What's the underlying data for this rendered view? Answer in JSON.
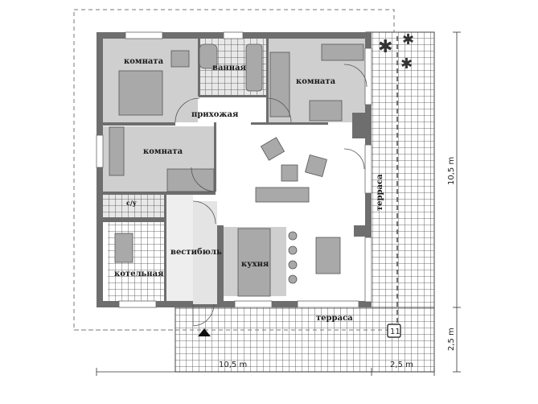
{
  "plan": {
    "rooms": {
      "room_top_left": "комната",
      "bathroom": "ванная",
      "room_top_right": "комната",
      "entry_hall": "прихожая",
      "room_mid_left": "комната",
      "wc": "с/у",
      "boiler_room": "котельная",
      "vestibule": "вестибюль",
      "kitchen": "кухня",
      "terrace_side": "терраса",
      "terrace_bottom": "терраса"
    },
    "marker": "11",
    "dimensions": {
      "right_main": "10,5 m",
      "right_terrace": "2,5 m",
      "bottom_main": "10,5 m",
      "bottom_terrace": "2,5 m"
    }
  },
  "colors": {
    "wall": "#6e6e6e",
    "room": "#cfcfcf",
    "furniture": "#a9a9a9"
  }
}
